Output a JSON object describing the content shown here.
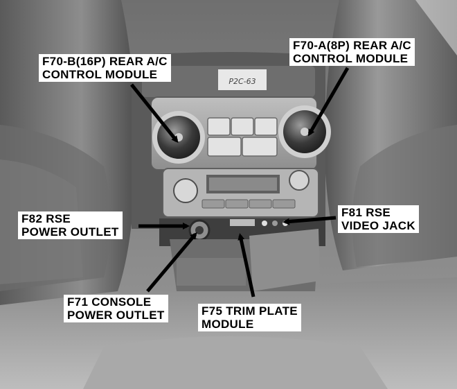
{
  "callouts": {
    "f70b": {
      "line1": "F70-B(16P) REAR A/C",
      "line2": "CONTROL MODULE"
    },
    "f70a": {
      "line1": "F70-A(8P) REAR A/C",
      "line2": "CONTROL MODULE"
    },
    "f82": {
      "line1": "F82 RSE",
      "line2": "POWER OUTLET"
    },
    "f81": {
      "line1": "F81 RSE",
      "line2": "VIDEO JACK"
    },
    "f71": {
      "line1": "F71 CONSOLE",
      "line2": "POWER OUTLET"
    },
    "f75": {
      "line1": "F75 TRIM PLATE",
      "line2": "MODULE"
    }
  },
  "sticker_text": "P2C-63",
  "colors": {
    "label_bg": "#ffffff",
    "label_text": "#000000",
    "arrow": "#000000"
  }
}
